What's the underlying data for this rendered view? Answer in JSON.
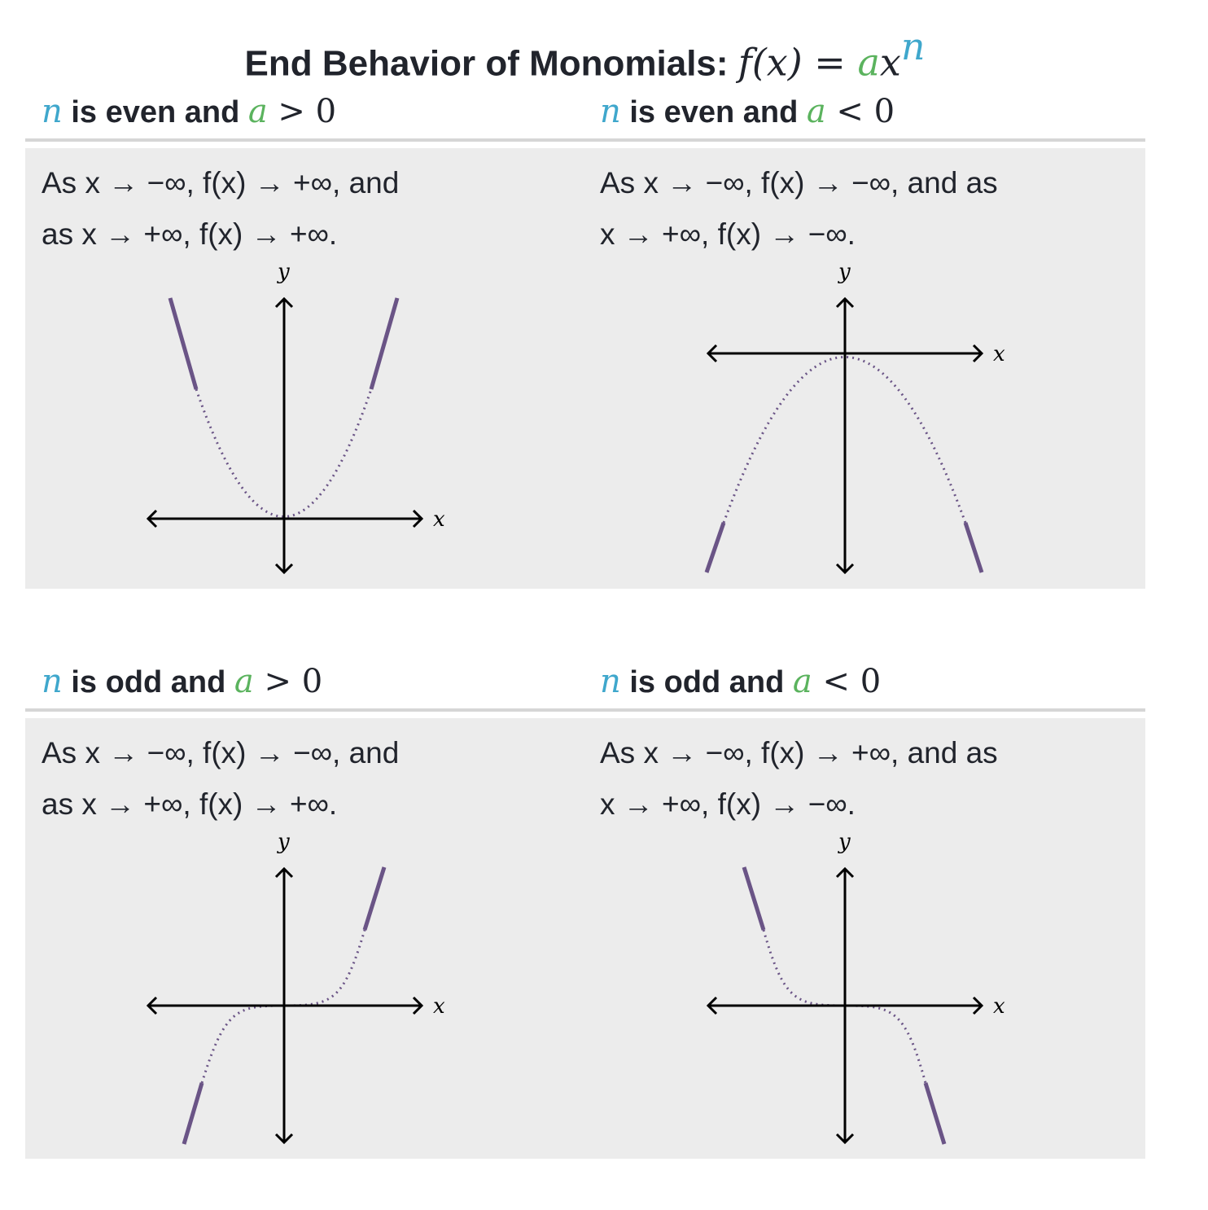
{
  "title": {
    "text": "End Behavior of Monomials:",
    "formula_lhs": "f(x) = ",
    "formula_a": "a",
    "formula_x": "x",
    "formula_n": "n"
  },
  "panels": [
    {
      "header": {
        "n": "n",
        "cond": " is even and ",
        "a": "a",
        "rel": " > 0"
      },
      "line1": "As x → −∞, f(x) → +∞, and",
      "line2": "as x → +∞, f(x) → +∞.",
      "x_label": "x",
      "y_label": "y"
    },
    {
      "header": {
        "n": "n",
        "cond": " is even and ",
        "a": "a",
        "rel": " < 0"
      },
      "line1": "As x → −∞, f(x) → −∞, and as",
      "line2": "x → +∞, f(x) → −∞.",
      "x_label": "x",
      "y_label": "y"
    },
    {
      "header": {
        "n": "n",
        "cond": " is odd and ",
        "a": "a",
        "rel": " > 0"
      },
      "line1": "As x → −∞, f(x) → −∞, and",
      "line2": "as x → +∞, f(x) → +∞.",
      "x_label": "x",
      "y_label": "y"
    },
    {
      "header": {
        "n": "n",
        "cond": " is odd and ",
        "a": "a",
        "rel": " < 0"
      },
      "line1": "As x → −∞, f(x) → +∞, and as",
      "line2": "x → +∞, f(x) → −∞.",
      "x_label": "x",
      "y_label": "y"
    }
  ],
  "colors": {
    "n": "#3fa7cc",
    "a": "#5bb35e",
    "curve": "#6a5486",
    "panel_bg": "#ececec"
  }
}
